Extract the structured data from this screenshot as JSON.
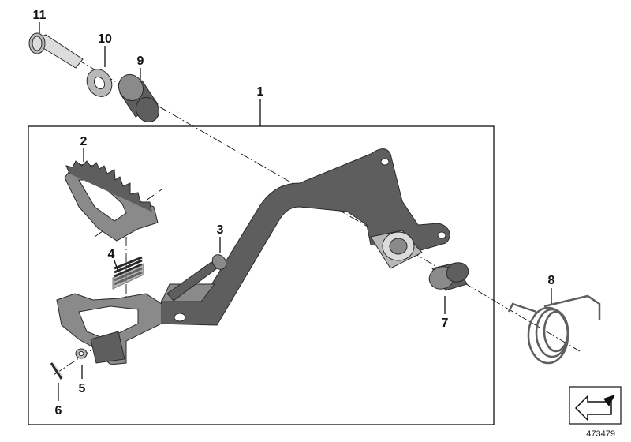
{
  "callouts": {
    "c1": "1",
    "c2": "2",
    "c3": "3",
    "c4": "4",
    "c5": "5",
    "c6": "6",
    "c7": "7",
    "c8": "8",
    "c9": "9",
    "c10": "10",
    "c11": "11"
  },
  "reference_number": "473479",
  "icons": {
    "nav_badge": "arrow-badge-icon"
  }
}
